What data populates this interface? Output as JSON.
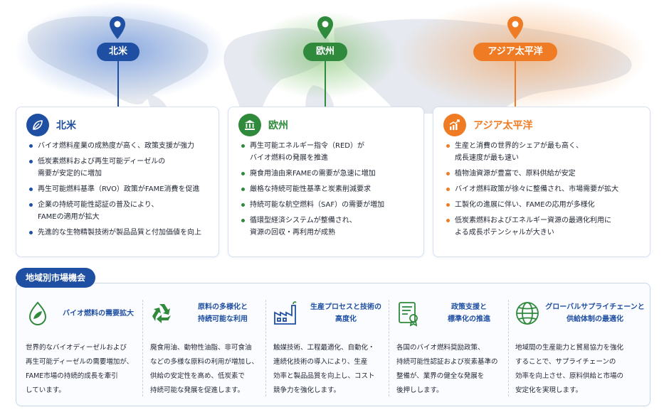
{
  "regions": [
    {
      "pill": "北米",
      "title": "北米",
      "color": "#1f4fa3",
      "icon": "leaf-icon",
      "bullets": [
        [
          "バイオ燃料産業の成熟度が高く、政策支援が強力"
        ],
        [
          "低炭素燃料および再生可能ディーゼルの",
          "需要が安定的に増加"
        ],
        [
          "再生可能燃料基準（RVO）政策がFAME消費を促進"
        ],
        [
          "企業の持続可能性認証の普及により、",
          "FAMEの適用が拡大"
        ],
        [
          "先進的な生物精製技術が製品品質と付加価値を向上"
        ]
      ]
    },
    {
      "pill": "欧州",
      "title": "欧州",
      "color": "#2f8a3c",
      "icon": "institution-icon",
      "bullets": [
        [
          "再生可能エネルギー指令（RED）が",
          "バイオ燃料の発展を推進"
        ],
        [
          "廃食用油由来FAMEの需要が急速に増加"
        ],
        [
          "厳格な持続可能性基準と炭素削減要求"
        ],
        [
          "持続可能な航空燃料（SAF）の需要が増加"
        ],
        [
          "循環型経済システムが整備され、",
          "資源の回収・再利用が成熟"
        ]
      ]
    },
    {
      "pill": "アジア太平洋",
      "title": "アジア太平洋",
      "color": "#ef7c24",
      "icon": "growth-chart-icon",
      "bullets": [
        [
          "生産と消費の世界的シェアが最も高く、",
          "成長速度が最も速い"
        ],
        [
          "植物油資源が豊富で、原料供給が安定"
        ],
        [
          "バイオ燃料政策が徐々に整備され、市場需要が拡大"
        ],
        [
          "工製化の進展に伴い、FAMEの応用が多様化"
        ],
        [
          "低炭素燃料およびエネルギー資源の最適化利用に",
          "よる成長ポテンシャルが大きい"
        ]
      ]
    }
  ],
  "opportunities": {
    "heading": "地域別市場機会",
    "items": [
      {
        "icon": "bio-leaf-drop-icon",
        "title": [
          "バイオ燃料の需要拡大"
        ],
        "body": [
          "世界的なバイオディーゼルおよび",
          "再生可能ディーゼルの需要増加が、",
          "FAME市場の持続的成長を牽引",
          "しています。"
        ]
      },
      {
        "icon": "recycle-icon",
        "title": [
          "原料の多様化と",
          "持続可能な利用"
        ],
        "body": [
          "廃食用油、動物性油脂、非可食油",
          "などの多様な原料の利用が増加し、",
          "供給の安定性を高め、低炭素で",
          "持続可能な発展を促進します。"
        ]
      },
      {
        "icon": "factory-icon",
        "title": [
          "生産プロセスと技術の",
          "高度化"
        ],
        "body": [
          "触媒技術、工程最適化、自動化・",
          "連続化技術の導入により、生産",
          "効率と製品品質を向上し、コスト",
          "競争力を強化します。"
        ]
      },
      {
        "icon": "certificate-icon",
        "title": [
          "政策支援と",
          "標準化の推進"
        ],
        "body": [
          "各国のバイオ燃料奨励政策、",
          "持続可能性認証および炭素基準の",
          "整備が、業界の健全な発展を",
          "後押しします。"
        ]
      },
      {
        "icon": "globe-icon",
        "title": [
          "グローバルサプライチェーンと",
          "供給体制の最適化"
        ],
        "body": [
          "地域間の生産能力と貿易協力を強化",
          "することで、サプライチェーンの",
          "効率を向上させ、原料供給と市場の",
          "安定化を実現します。"
        ]
      }
    ]
  }
}
